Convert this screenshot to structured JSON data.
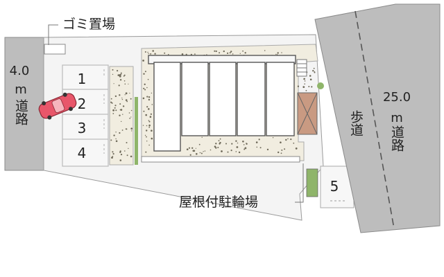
{
  "colors": {
    "road": "#bdbdbd",
    "road_stroke": "#8a8a8a",
    "ground": "#f4f4f4",
    "line": "#9a9a9a",
    "gravel": "#f1ede0",
    "gravel_dot": "#6f6a5a",
    "building": "#ffffff",
    "building_stroke": "#555555",
    "parking_stroke": "#bbbbbb",
    "planting": "#8fb56a",
    "tree_box": "#c99a82",
    "car_body": "#e8566a",
    "text": "#222222"
  },
  "roads": {
    "left": {
      "width_label": "4.0",
      "unit": "m",
      "label": "道路"
    },
    "right": {
      "width_label": "25.0",
      "unit": "m",
      "label": "道路",
      "sidewalk_label": "歩道"
    }
  },
  "labels": {
    "garbage": "ゴミ置場",
    "bicycle_parking": "屋根付駐輪場"
  },
  "parking_spaces": [
    "1",
    "2",
    "3",
    "4",
    "5"
  ],
  "icons": {
    "car": "car-icon",
    "planting": "planting-icon",
    "tree": "tree-icon"
  }
}
